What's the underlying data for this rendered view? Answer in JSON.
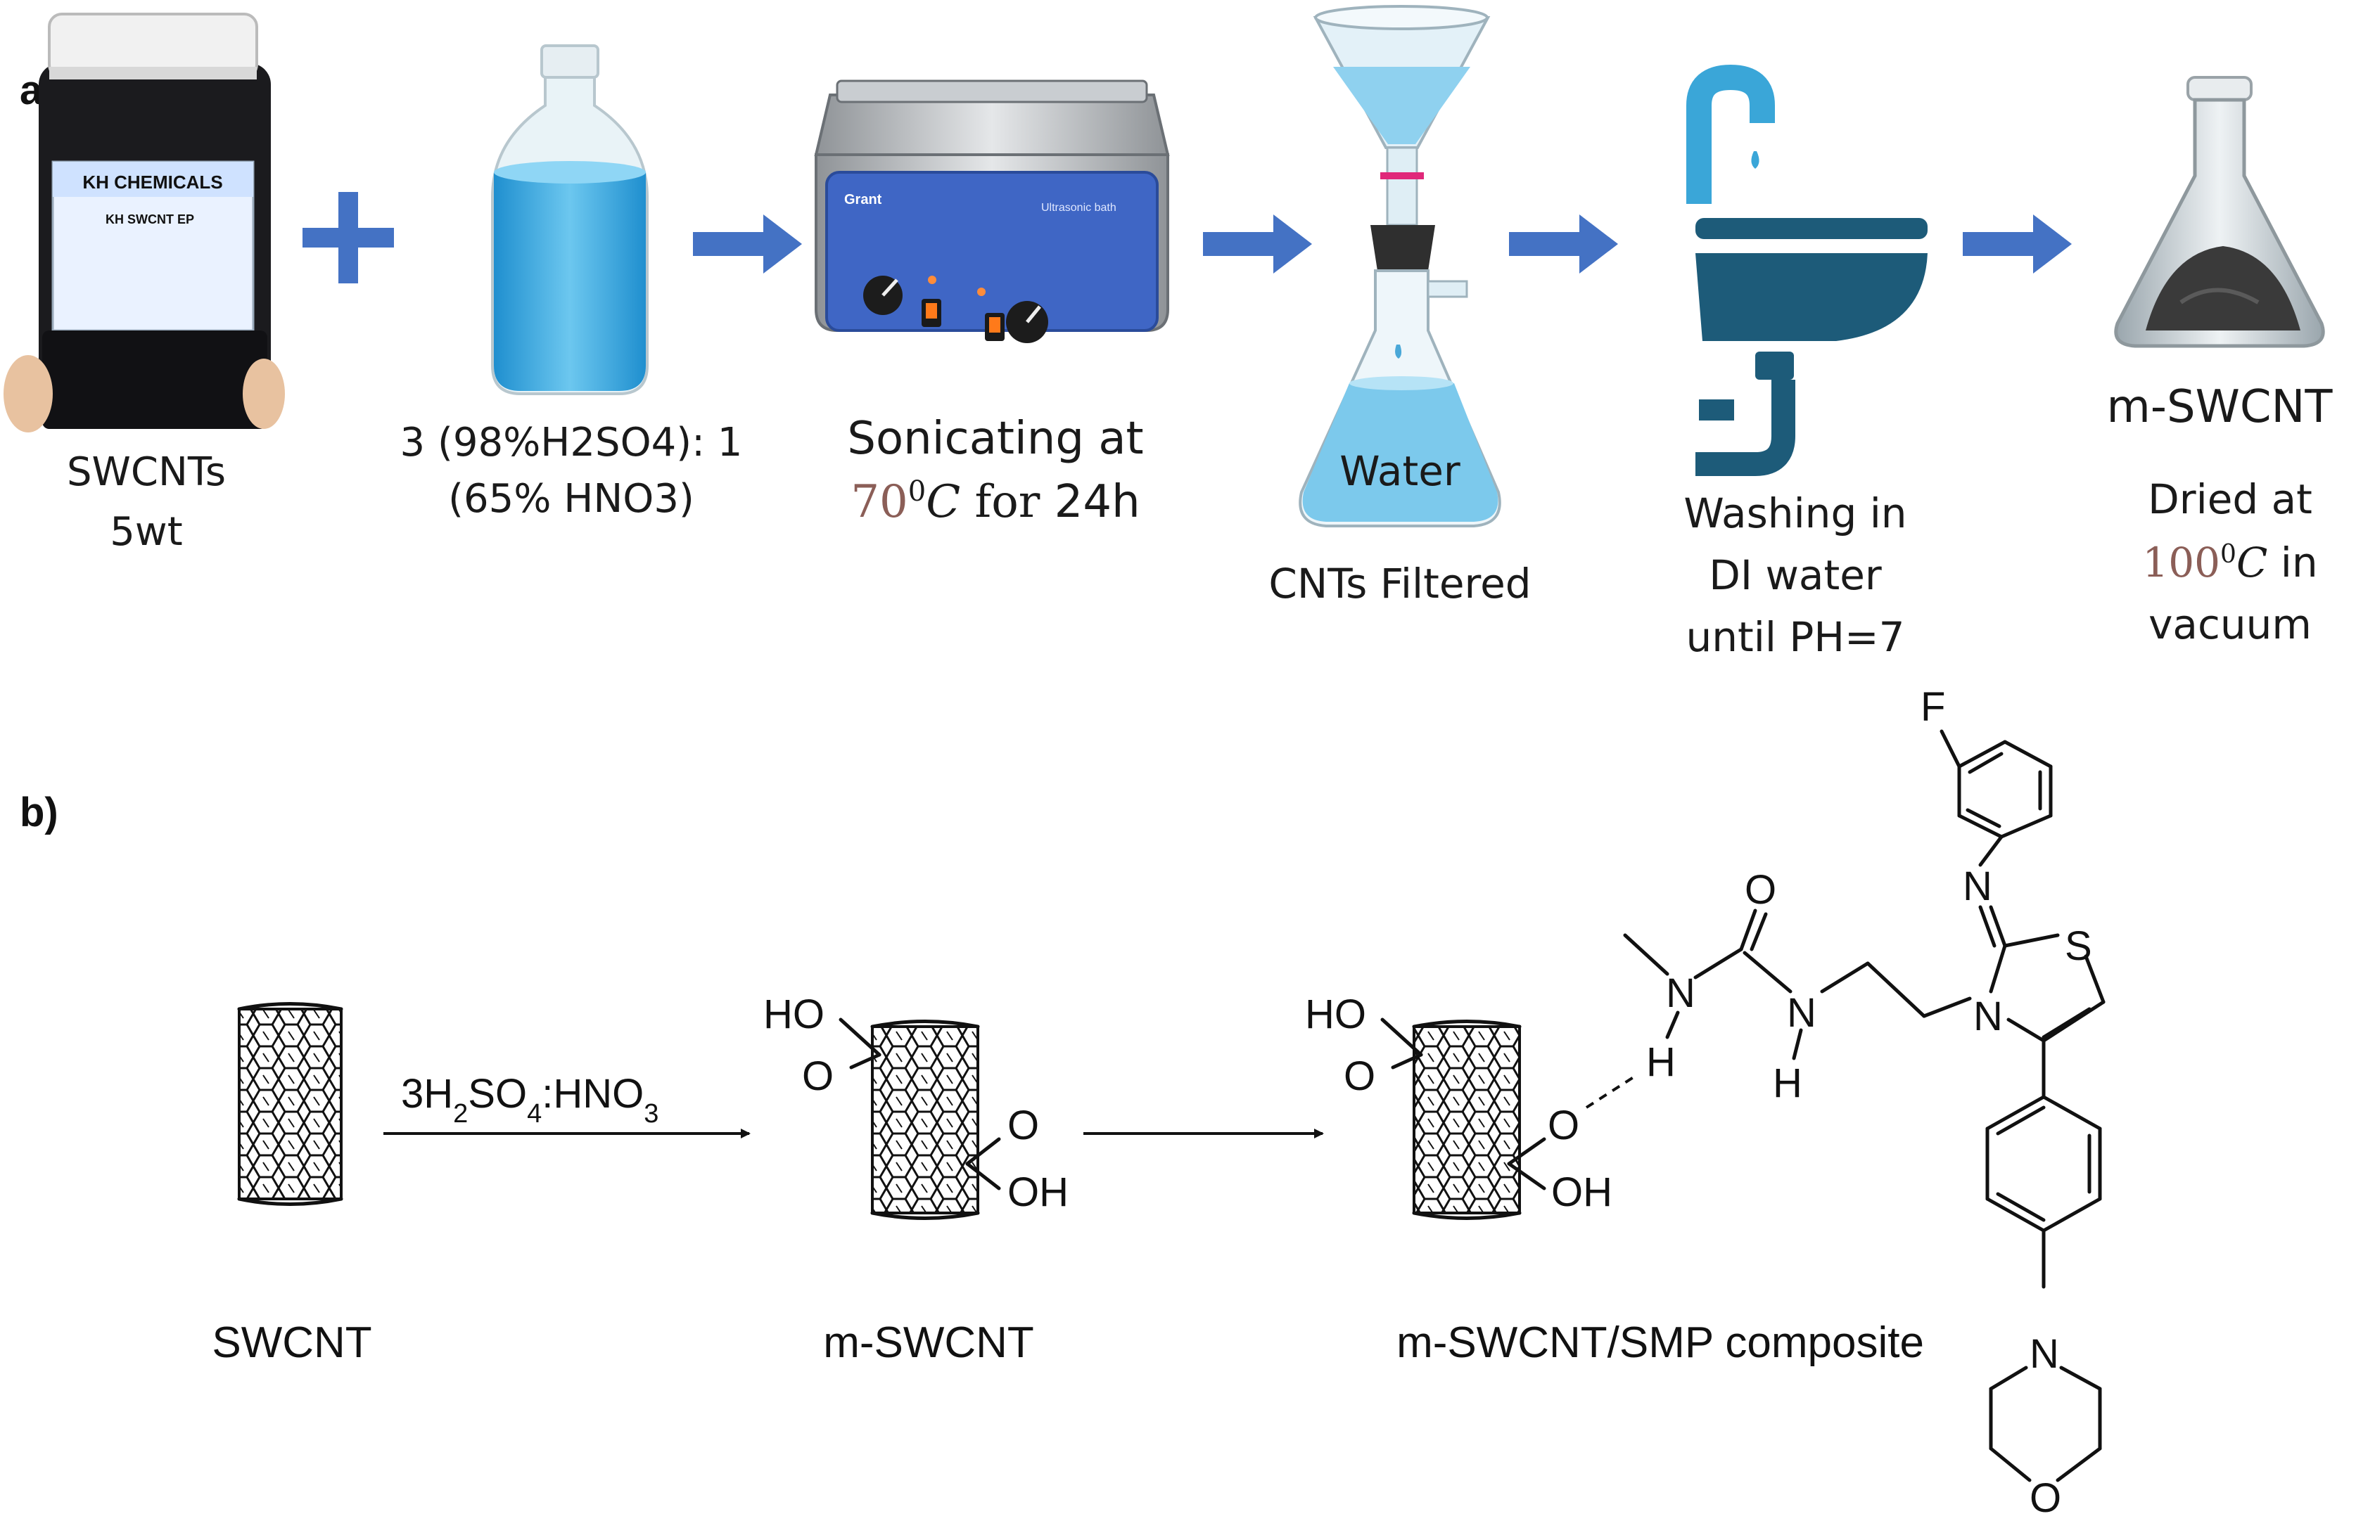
{
  "panel_a": {
    "label": "a)",
    "jar": {
      "brand": "KH CHEMICALS",
      "product": "KH SWCNT EP",
      "caption_line1": "SWCNTs",
      "caption_line2": "5wt"
    },
    "acid": {
      "caption_line1": "3 (98%H2SO4): 1",
      "caption_line2": "(65% HNO3)"
    },
    "sonicator": {
      "brand": "Grant",
      "badge": "Ultrasonic bath",
      "caption_line1": "Sonicating at",
      "temp_value": "70",
      "temp_exp": "0",
      "temp_unit": "C",
      "caption_for": " for ",
      "caption_time": "24h"
    },
    "filter": {
      "inner_label": "Water",
      "caption": "CNTs Filtered"
    },
    "wash": {
      "caption_line1": "Washing in",
      "caption_line2": "DI water",
      "caption_line3": "until PH=7"
    },
    "dry": {
      "title": "m-SWCNT",
      "caption_line1": "Dried at",
      "temp_value": "100",
      "temp_exp": "0",
      "temp_unit": "C",
      "caption_in": " in",
      "caption_line3": "vacuum"
    }
  },
  "panel_b": {
    "label": "b)",
    "reagent_main": "3H",
    "reagent_sub1": "2",
    "reagent_mid": "SO",
    "reagent_sub2": "4",
    "reagent_hno": ":HNO",
    "reagent_sub3": "3",
    "swcnt_label": "SWCNT",
    "mswcnt_label": "m-SWCNT",
    "composite_label": "m-SWCNT/SMP composite",
    "atoms": {
      "HO": "HO",
      "O": "O",
      "OH": "OH",
      "N": "N",
      "H": "H",
      "S": "S",
      "F": "F"
    }
  },
  "colors": {
    "arrow": "#4472c4",
    "temperature": "#8b5e57",
    "liquid": "#3da5d9",
    "sink": "#1d5b79",
    "tap": "#3aa6d8"
  }
}
